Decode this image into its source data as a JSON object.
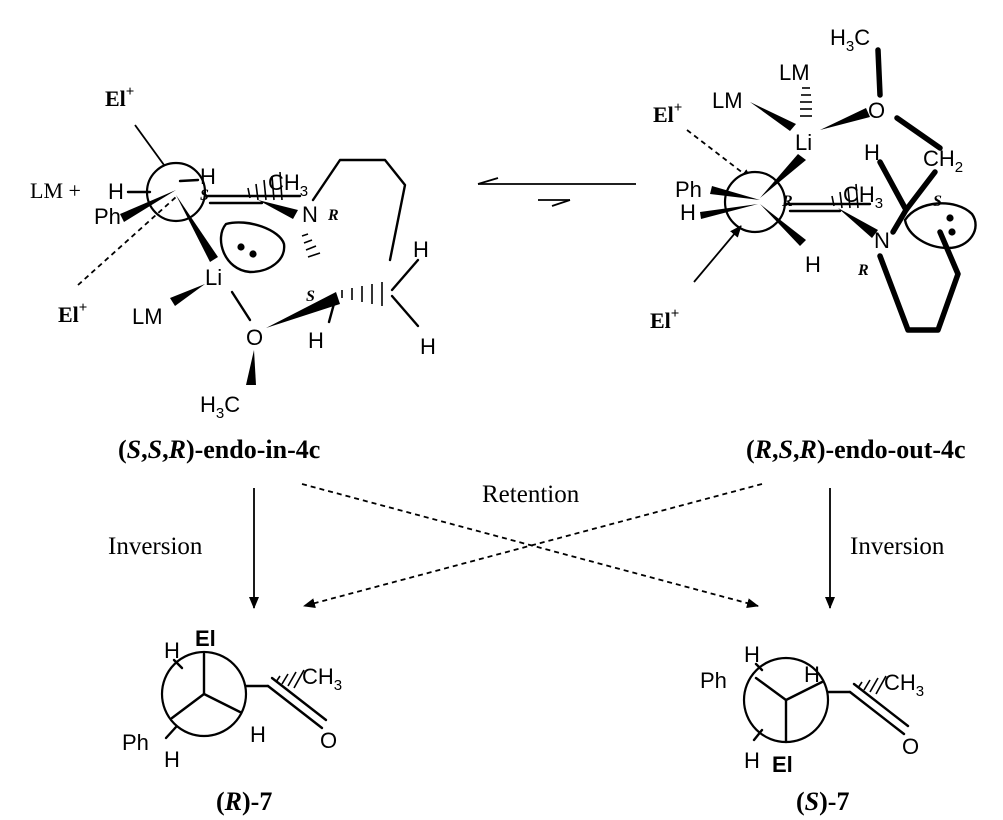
{
  "atoms": {
    "el": "El",
    "el_charge": "+",
    "lm": "LM",
    "lm_plus": "LM +",
    "h": "H",
    "ph": "Ph",
    "li": "Li",
    "n": "N",
    "o": "O",
    "ch3": "CH",
    "ch2": "CH",
    "h3c": "H",
    "c_letter": "C",
    "sub3": "3",
    "sub2": "2"
  },
  "stereo": {
    "s": "S",
    "r": "R"
  },
  "labels": {
    "endo_in": {
      "open": "(",
      "d1": "S",
      "c1": ",",
      "d2": "S",
      "c2": ",",
      "d3": "R",
      "close": ")-endo-in-4c"
    },
    "endo_out": {
      "open": "(",
      "d1": "R",
      "c1": ",",
      "d2": "S",
      "c2": ",",
      "d3": "R",
      "close": ")-endo-out-4c"
    },
    "prod_r": {
      "open": "(",
      "d1": "R",
      "close": ")-7"
    },
    "prod_s": {
      "open": "(",
      "d1": "S",
      "close": ")-7"
    }
  },
  "transitions": {
    "left": "Inversion",
    "right": "Inversion",
    "cross": "Retention"
  }
}
